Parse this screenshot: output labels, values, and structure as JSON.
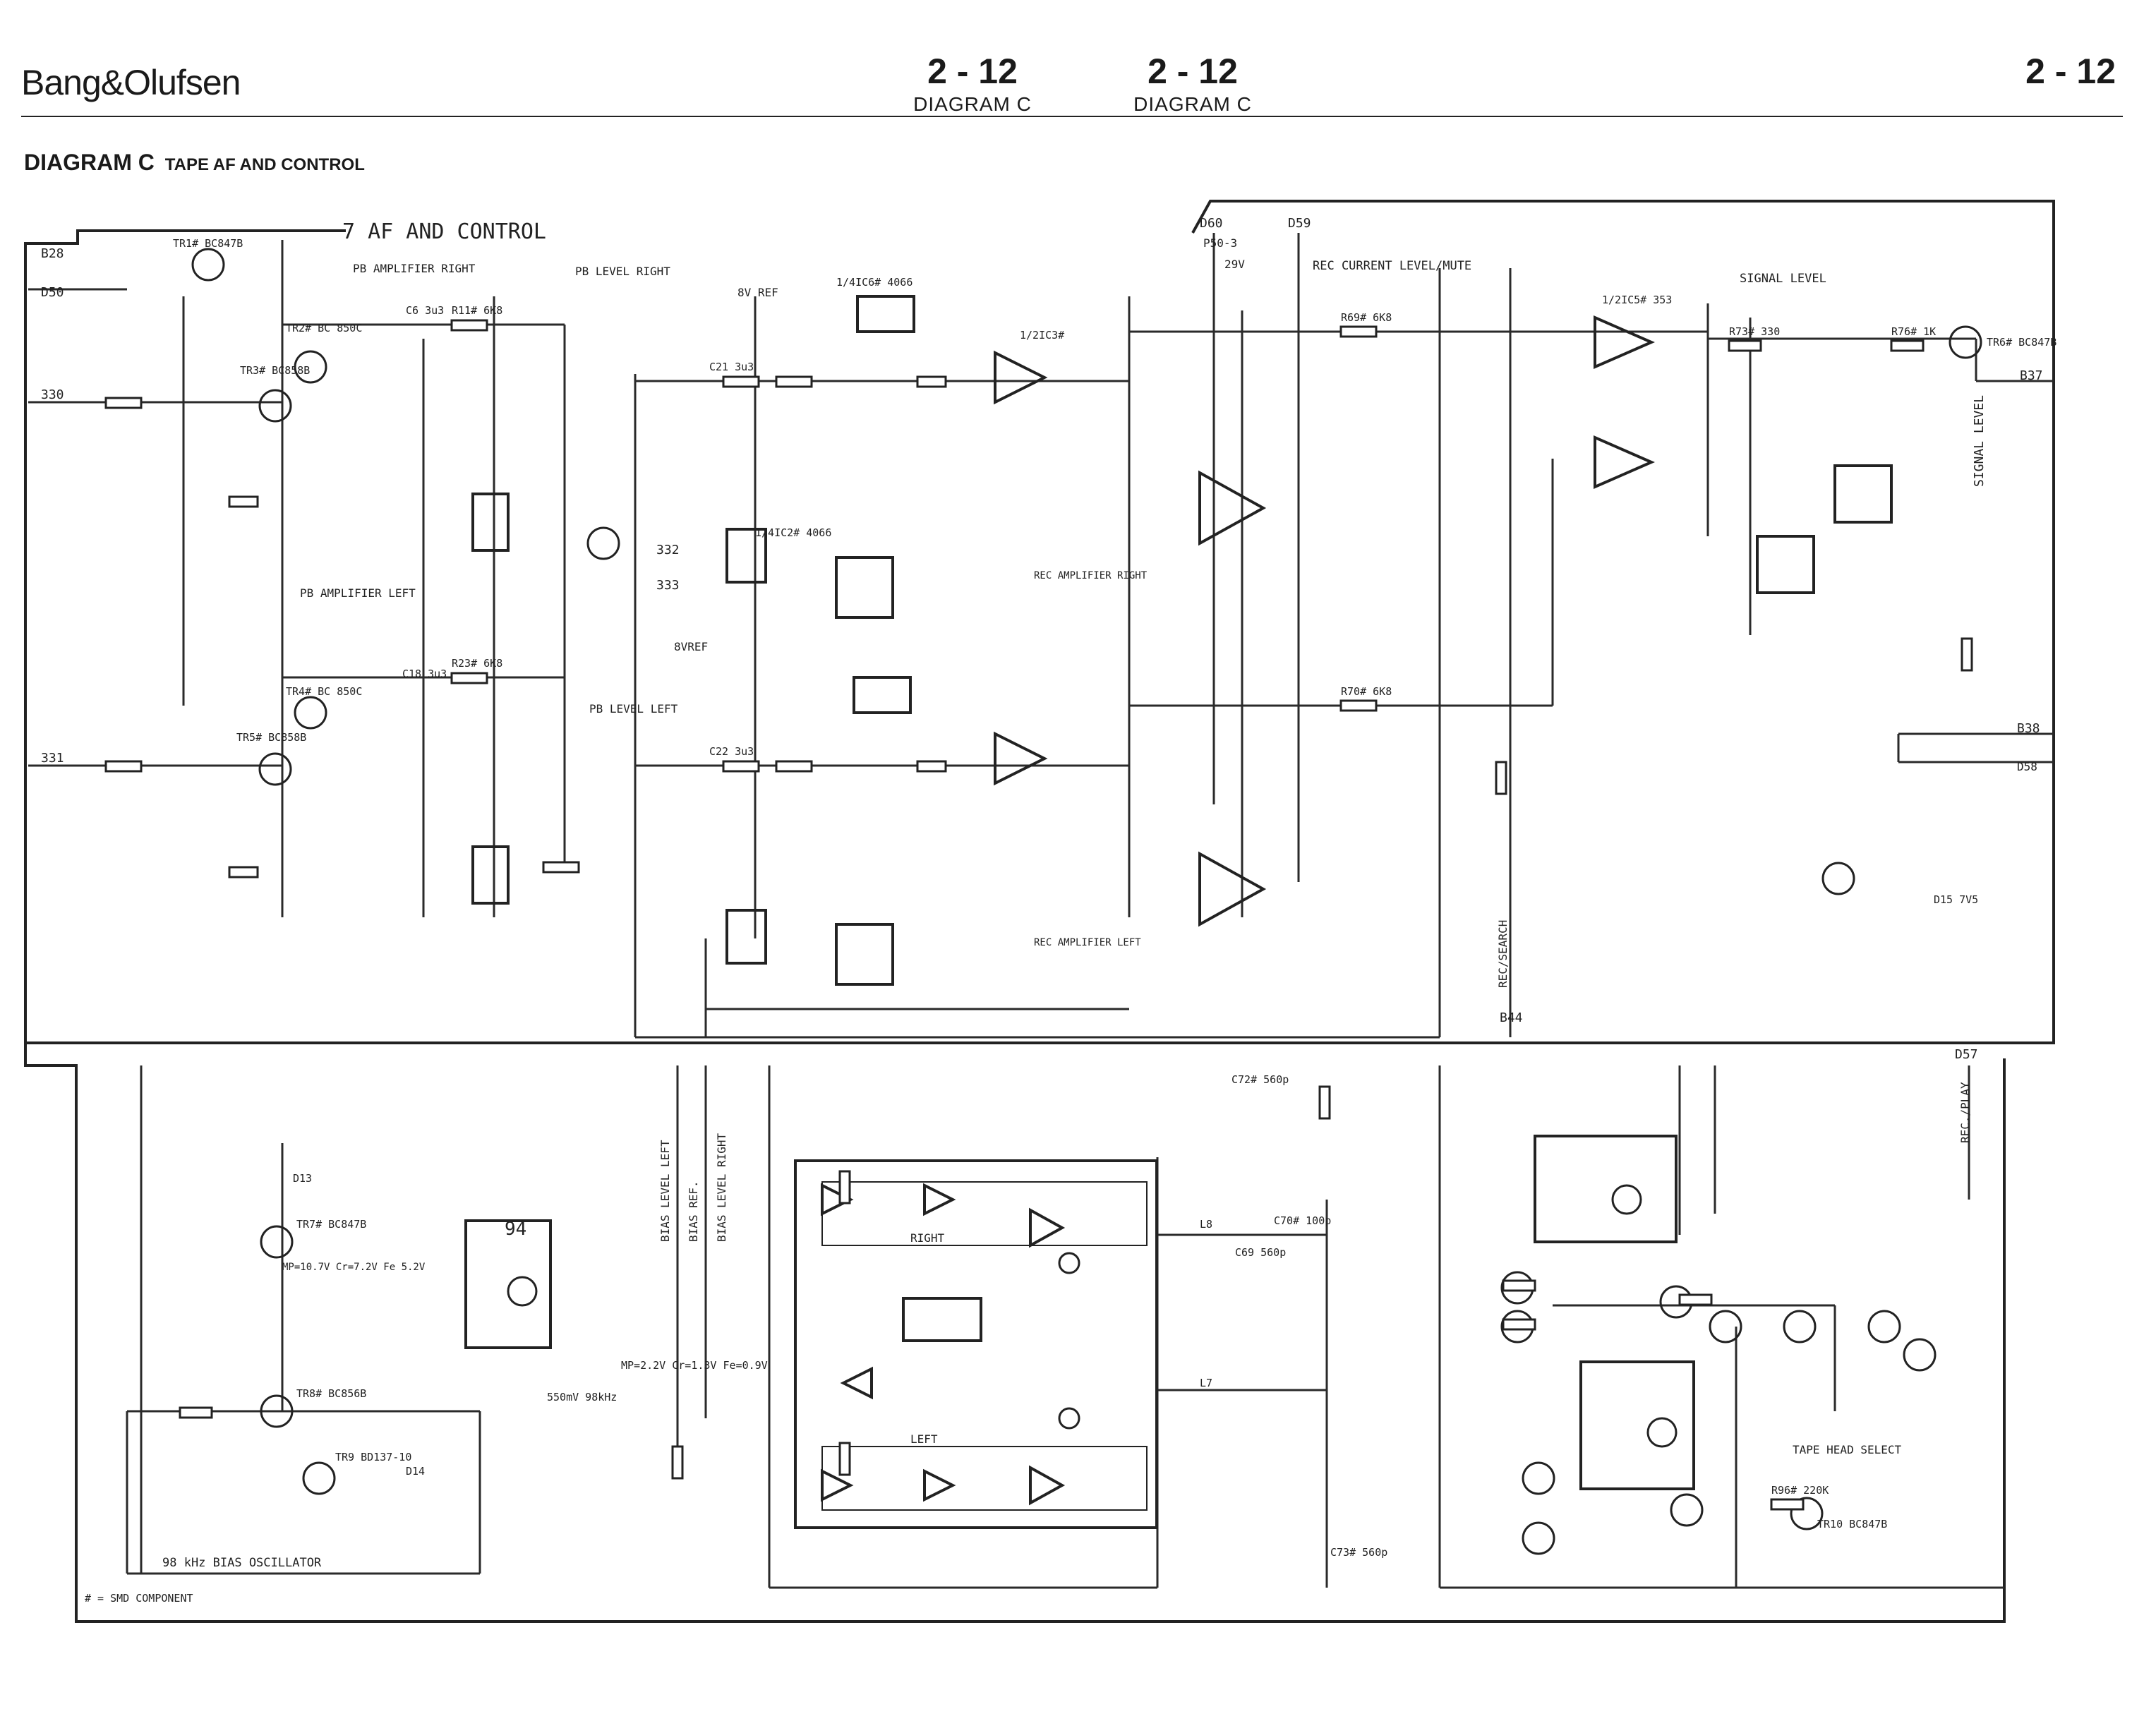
{
  "header": {
    "brand": "Bang&Olufsen",
    "page_left": "2 - 12",
    "page_left_sub": "DIAGRAM C",
    "page_mid": "2 - 12",
    "page_mid_sub": "DIAGRAM C",
    "page_right": "2 - 12",
    "title": "DIAGRAM C",
    "title_sub": "TAPE AF AND CONTROL"
  },
  "schematic": {
    "section_title": "7 AF AND CONTROL",
    "ports": {
      "b28": "B28",
      "d50": "D50",
      "n330": "330",
      "n331": "331",
      "d60": "D60",
      "p503": "P50-3",
      "d59": "D59",
      "v29": "29V",
      "b37": "B37",
      "b38": "B38",
      "d58": "D58",
      "b44": "B44",
      "d57": "D57",
      "n332": "332",
      "n333": "333"
    },
    "blocks": {
      "pb_amp_right": "PB AMPLIFIER RIGHT",
      "pb_amp_left": "PB AMPLIFIER LEFT",
      "pb_level_right": "PB LEVEL RIGHT",
      "pb_level_left": "PB LEVEL LEFT",
      "rec_current": "REC CURRENT LEVEL/MUTE",
      "signal_level": "SIGNAL LEVEL",
      "signal_level_v": "SIGNAL LEVEL",
      "rec_search": "REC/SEARCH",
      "rec_play": "REC./PLAY",
      "bias_osc": "98 kHz BIAS OSCILLATOR",
      "smd_note": "# = SMD COMPONENT",
      "tape_head_select": "TAPE HEAD SELECT",
      "ic_right": "RIGHT",
      "ic_left": "LEFT",
      "bias_left": "BIAS LEVEL LEFT",
      "bias_ref": "BIAS REF.",
      "bias_right": "BIAS LEVEL RIGHT",
      "mp_level": "MP=2.2V Cr=1.3V Fe=0.9V",
      "amp_rec_right": "REC AMPLIFIER RIGHT",
      "amp_rec_left": "REC AMPLIFIER LEFT",
      "ref_8v": "8V REF",
      "vref_8": "8VREF",
      "head_94": "94"
    },
    "components": {
      "tr1": "TR1# BC847B",
      "tr2": "TR2# BC 850C",
      "tr3": "TR3# BC858B",
      "tr4": "TR4# BC 850C",
      "tr5": "TR5# BC858B",
      "tr6": "TR6# BC847B",
      "tr7": "TR7# BC847B",
      "tr8": "TR8# BC856B",
      "tr9": "TR9 BD137-10",
      "tr10": "TR10 BC847B",
      "ic3": "1/2IC3#",
      "ic5": "1/2IC5# 353",
      "ic6": "1/4IC6# 4066",
      "ic2": "1/4IC2# 4066",
      "c6": "C6 3u3",
      "c18": "C18 3u3",
      "c21": "C21 3u3",
      "c22": "C22 3u3",
      "r11": "R11# 6K8",
      "r23": "R23# 6K8",
      "r69": "R69# 6K8",
      "r70": "R70# 6K8",
      "r73": "R73# 330",
      "r76": "R76# 1K",
      "r96": "R96# 220K",
      "c70": "C70# 100p",
      "c69": "C69 560p",
      "c72": "C72# 560p",
      "c73": "C73# 560p",
      "l8": "L8",
      "l7": "L7",
      "d13": "D13",
      "d14": "D14",
      "d15": "D15 7V5",
      "mp_volt": "MP=10.7V Cr=7.2V Fe 5.2V",
      "osc_out": "550mV 98kHz"
    }
  }
}
